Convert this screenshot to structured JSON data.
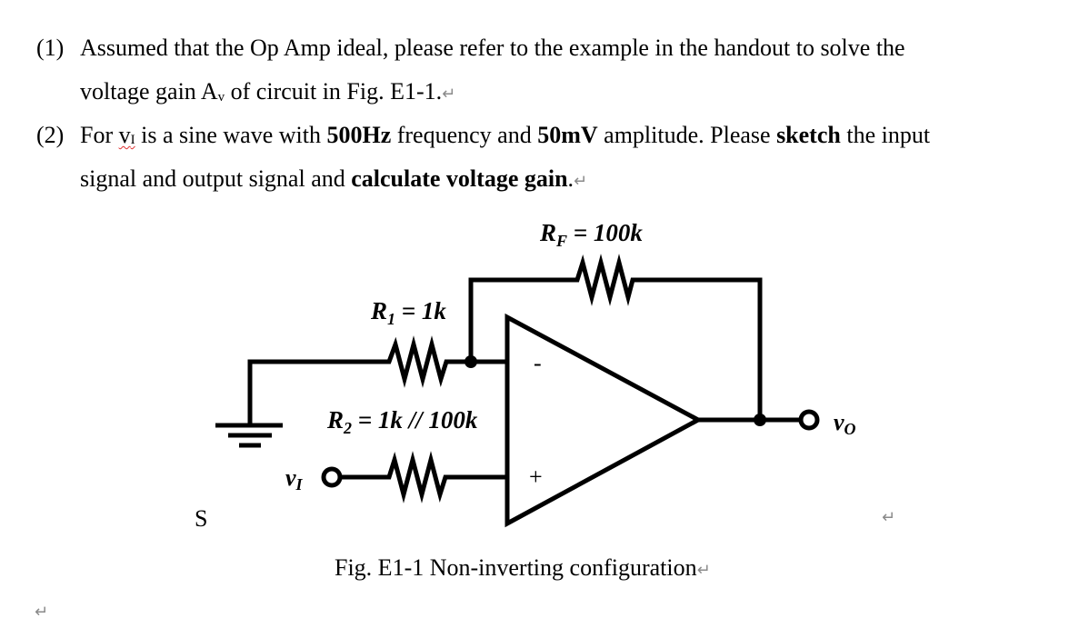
{
  "document": {
    "items": [
      {
        "number": "(1)",
        "line1": "Assumed that the Op Amp ideal, please refer to the example in the handout to solve the",
        "line2_pre": "voltage gain A",
        "line2_sub": "v",
        "line2_post": " of circuit in Fig. E1-1."
      },
      {
        "number": "(2)",
        "line1_a": "For ",
        "line1_var": "v",
        "line1_var_sub": "I",
        "line1_b": " is a sine wave with ",
        "line1_bold1": "500Hz",
        "line1_c": " frequency and ",
        "line1_bold2": "50mV",
        "line1_d": " amplitude. Please ",
        "line1_bold3": "sketch",
        "line1_e": " the input",
        "line2_a": "signal and output signal and ",
        "line2_bold": "calculate voltage gain",
        "line2_b": "."
      }
    ],
    "paragraph_mark": "↵",
    "stray_letter": "S"
  },
  "figure": {
    "labels": {
      "rf": {
        "name": "R",
        "sub": "F",
        "value": " = 100k"
      },
      "r1": {
        "name": "R",
        "sub": "1",
        "value": " = 1k"
      },
      "r2": {
        "name": "R",
        "sub": "2",
        "value": " = 1k // 100k"
      },
      "vi": {
        "name": "v",
        "sub": "I"
      },
      "vo": {
        "name": "v",
        "sub": "O"
      },
      "inverting": "-",
      "noninverting": "+"
    },
    "caption": "Fig. E1-1 Non-inverting configuration"
  }
}
